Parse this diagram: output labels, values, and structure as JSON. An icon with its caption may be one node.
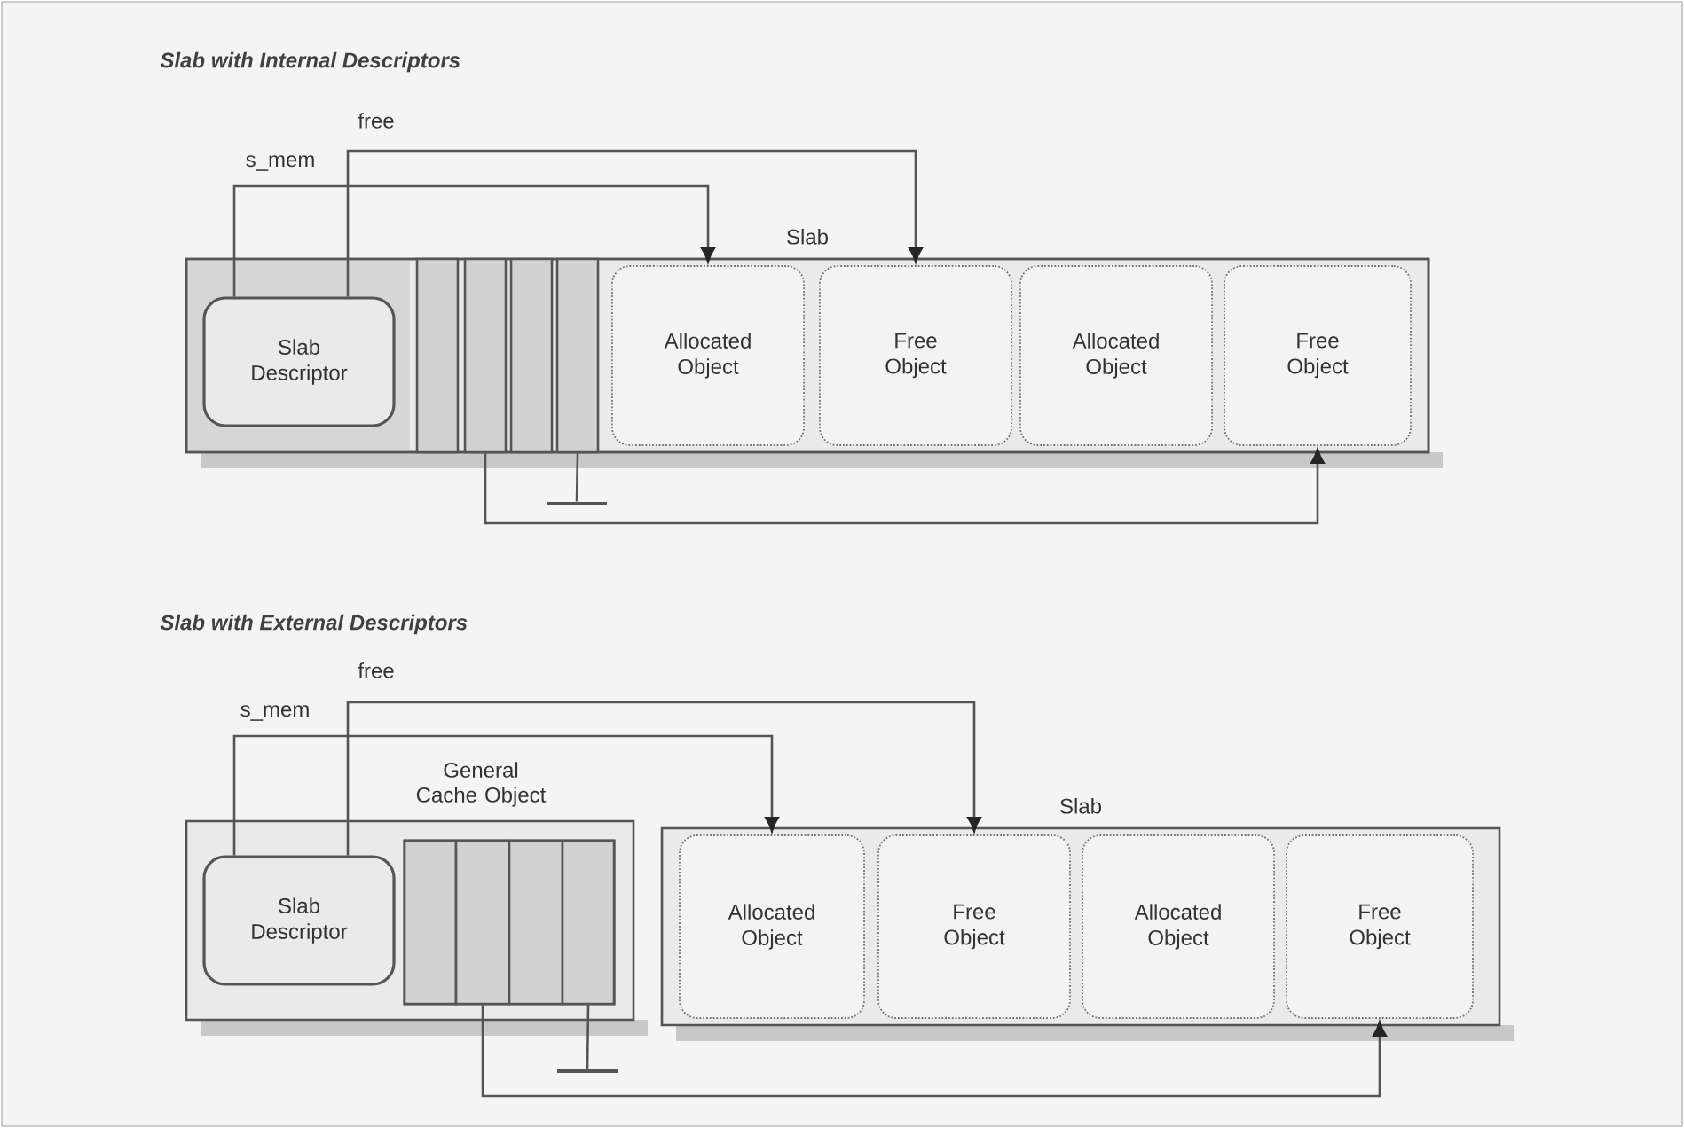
{
  "diagram": {
    "nodes": [
      {
        "text": [
          "Slab"
        ]
      },
      {
        "text": [
          "Slab Descriptor"
        ],
        "in": 0
      },
      {
        "text": [],
        "shape": "box",
        "in": 0
      },
      {
        "text": [],
        "shape": "box",
        "in": 0
      },
      {
        "text": [],
        "shape": "box",
        "in": 0
      },
      {
        "text": [],
        "shape": "box",
        "in": 0
      },
      {
        "text": [
          "Allocated Object"
        ],
        "in": 0
      },
      {
        "text": [
          "Free Object"
        ],
        "in": 0
      },
      {
        "text": [
          "Allocated Object"
        ],
        "in": 0
      },
      {
        "text": [
          "Free Object"
        ],
        "in": 0
      },
      {
        "text": [
          "General Cache Object"
        ]
      },
      {
        "text": [
          "Slab Descriptor"
        ],
        "in": 10
      },
      {
        "text": [],
        "shape": "box",
        "in": 10
      },
      {
        "text": [],
        "shape": "box",
        "in": 10
      },
      {
        "text": [],
        "shape": "box",
        "in": 10
      },
      {
        "text": [],
        "shape": "box",
        "in": 10
      },
      {
        "text": [
          "Slab"
        ]
      },
      {
        "text": [
          "Allocated Object"
        ],
        "in": 16
      },
      {
        "text": [
          "Free Object"
        ],
        "in": 16
      },
      {
        "text": [
          "Allocated Object"
        ],
        "in": 16
      },
      {
        "text": [
          "Free Object"
        ],
        "in": 16
      },
      {
        "text": [],
        "shape": "bar"
      },
      {
        "text": [],
        "shape": "bar"
      }
    ],
    "edges": [
      {
        "from": 1,
        "to": 6,
        "arrow": "to",
        "label": "s_mem"
      },
      {
        "from": 1,
        "to": 7,
        "arrow": "to",
        "label": "free"
      },
      {
        "from": 3,
        "to": 9,
        "arrow": "to"
      },
      {
        "from": 5,
        "to": 21,
        "arrow": "none"
      },
      {
        "from": 11,
        "to": 17,
        "arrow": "to",
        "label": "s_mem"
      },
      {
        "from": 11,
        "to": 18,
        "arrow": "to",
        "label": "free"
      },
      {
        "from": 13,
        "to": 20,
        "arrow": "to"
      },
      {
        "from": 15,
        "to": 22,
        "arrow": "none"
      }
    ],
    "labels": [
      "Slab with Internal Descriptors",
      "Slab with External Descriptors"
    ]
  }
}
